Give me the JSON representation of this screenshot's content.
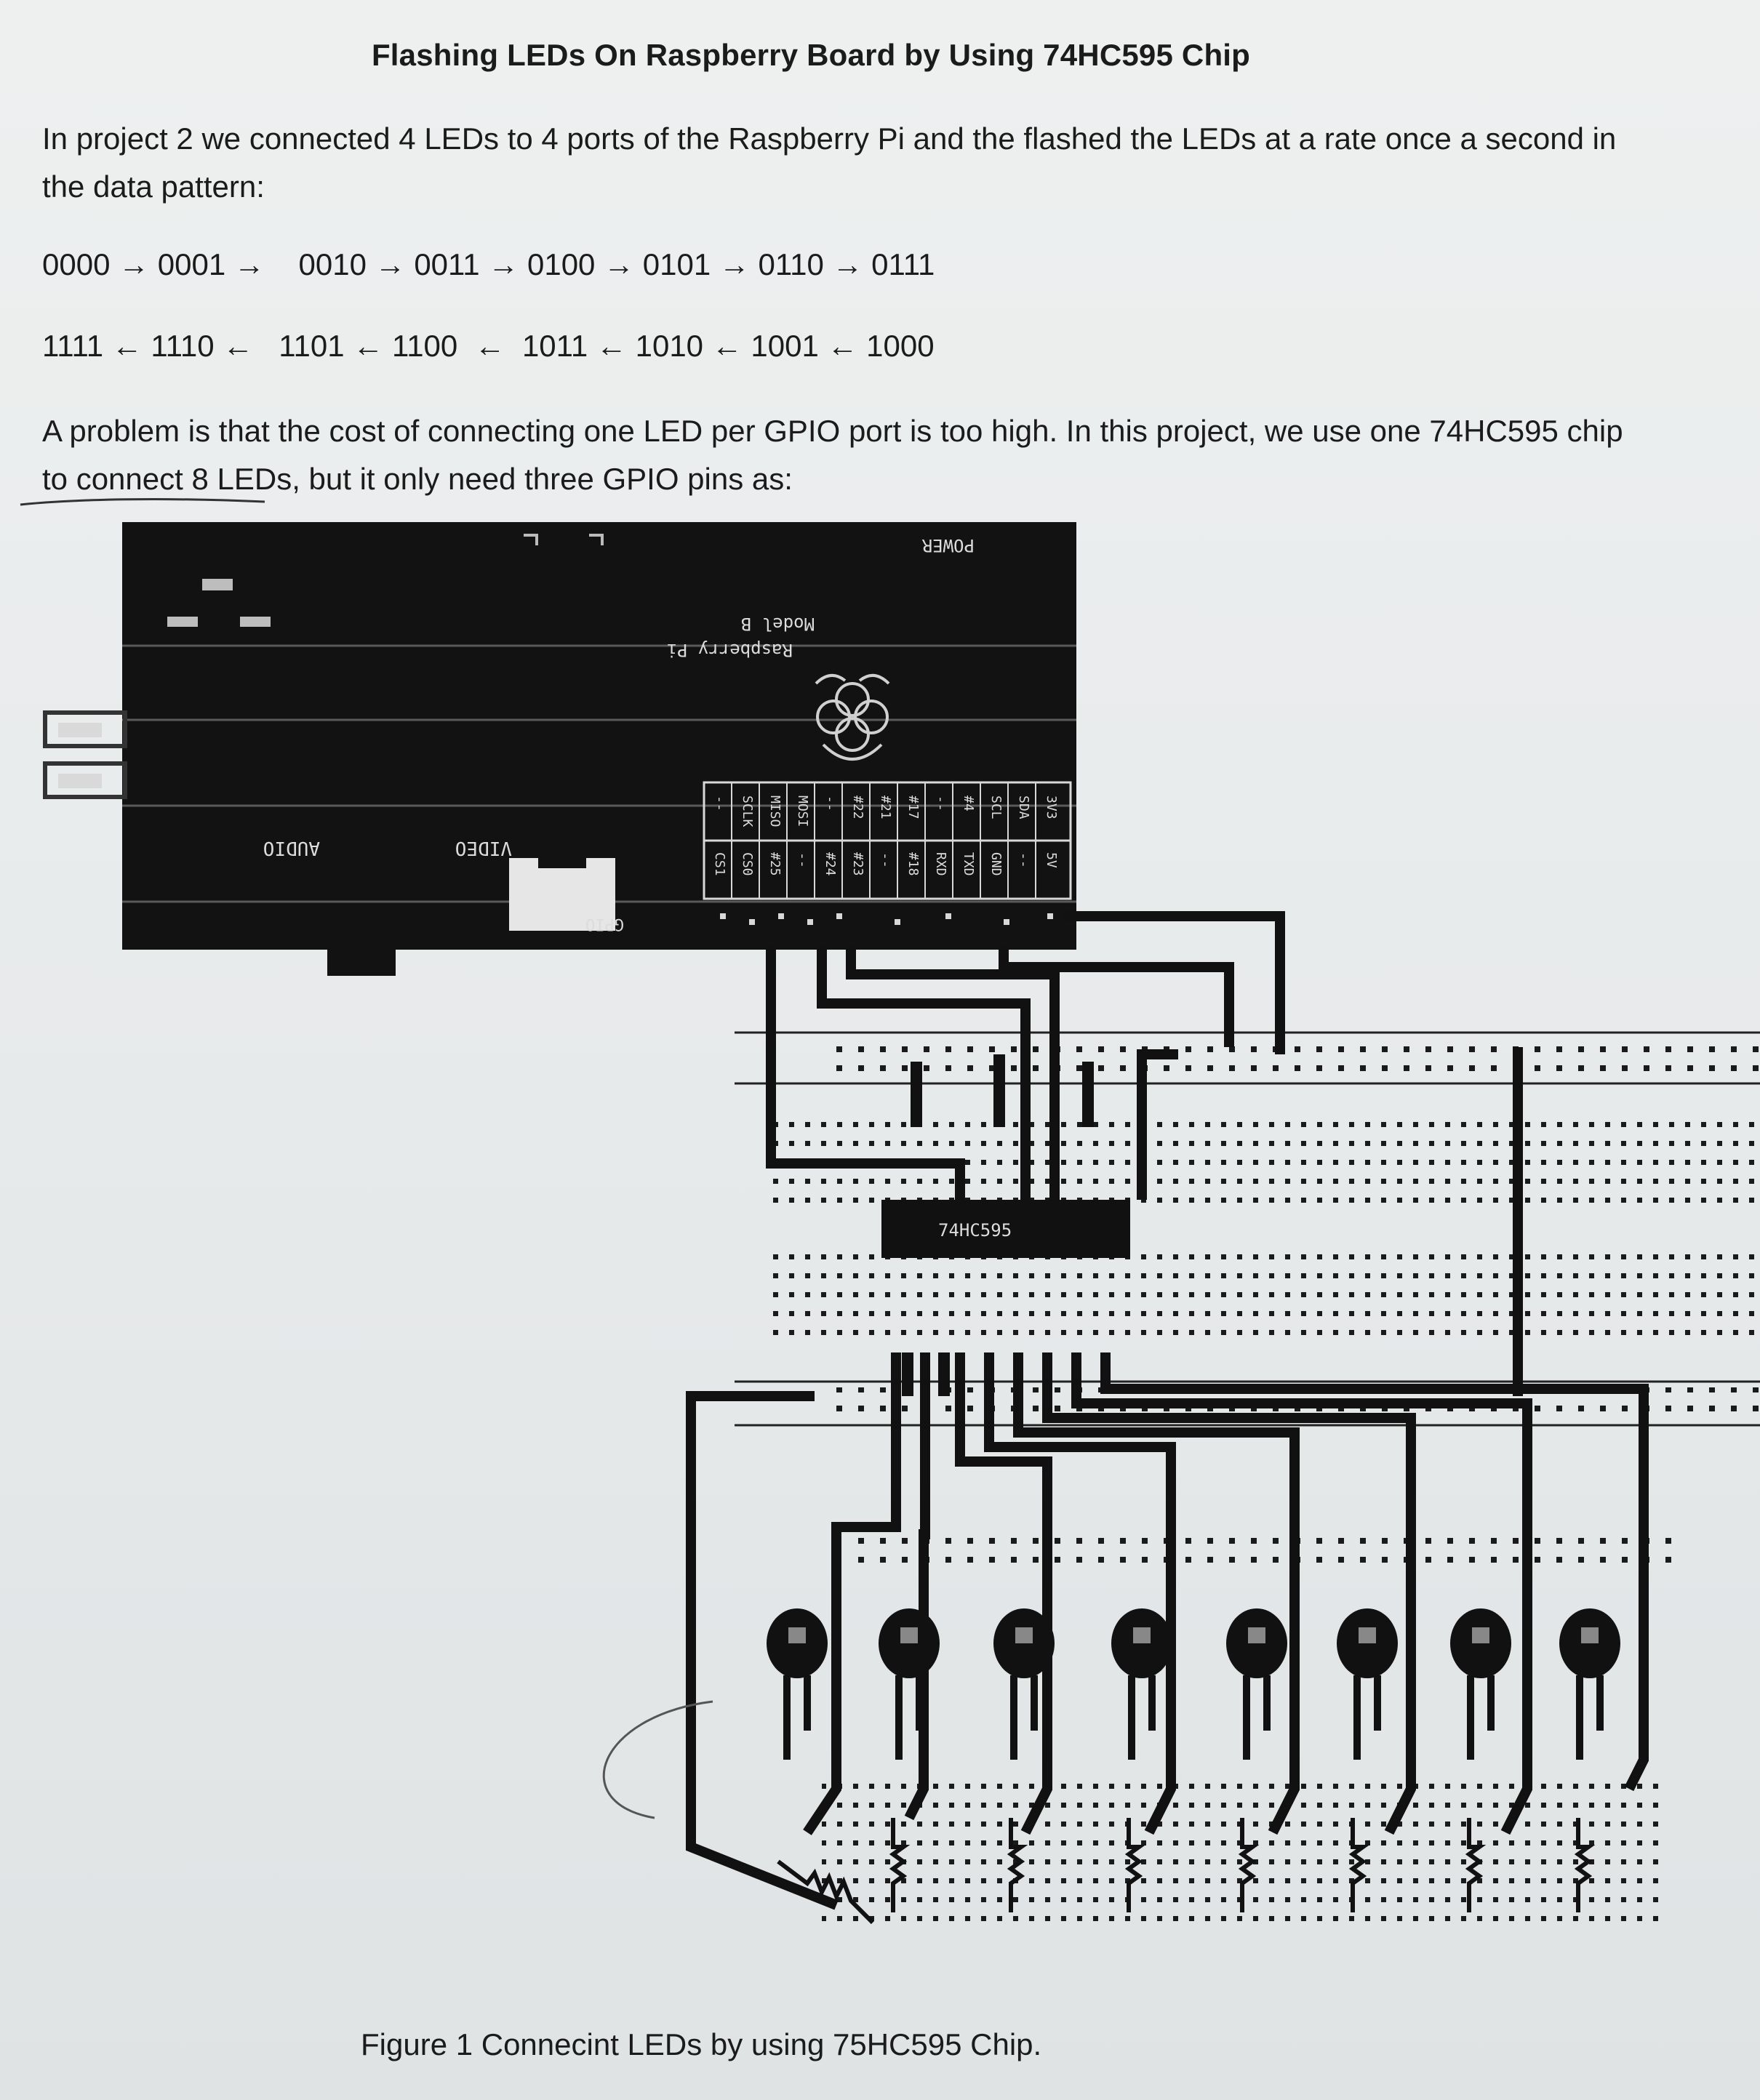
{
  "document": {
    "title": "Flashing LEDs On Raspberry Board by Using 74HC595 Chip",
    "paragraph1": "In project 2 we connected 4 LEDs to 4 ports of the Raspberry Pi and the flashed the LEDs at a rate once a second in the data pattern:",
    "sequence_forward": "0000 → 0001 →    0010 → 0011 → 0100 → 0101 → 0110 → 0111",
    "sequence_backward": "1111 ← 1110 ←   1101 ← 1100  ←  1011 ← 1010 ← 1001 ← 1000",
    "paragraph2": "A problem is that the cost of connecting one LED per GPIO port is too high.  In this project, we use one 74HC595 chip  to connect 8 LEDs, but it only need three GPIO pins as:",
    "caption": "Figure 1   Connecint LEDs by using 75HC595 Chip."
  },
  "board": {
    "power_label": "POWER",
    "model_line1": "Raspberry Pi",
    "model_line2": "Model B",
    "audio_label": "AUDIO",
    "video_label": "VIDEO",
    "gpio_label": "GPIO",
    "header_top_row": [
      "3V3",
      "SDA",
      "SCL",
      "#4",
      "--",
      "#17",
      "#21",
      "#22",
      "--",
      "MOSI",
      "MISO",
      "SCLK",
      "--"
    ],
    "header_bottom_row": [
      "5V",
      "--",
      "GND",
      "TXD",
      "RXD",
      "#18",
      "--",
      "#23",
      "#24",
      "--",
      "#25",
      "CS0",
      "CS1"
    ],
    "chip_label": "74HC595"
  },
  "colors": {
    "ink": "#111111",
    "paper": "#e9ecec",
    "board": "#121212"
  }
}
